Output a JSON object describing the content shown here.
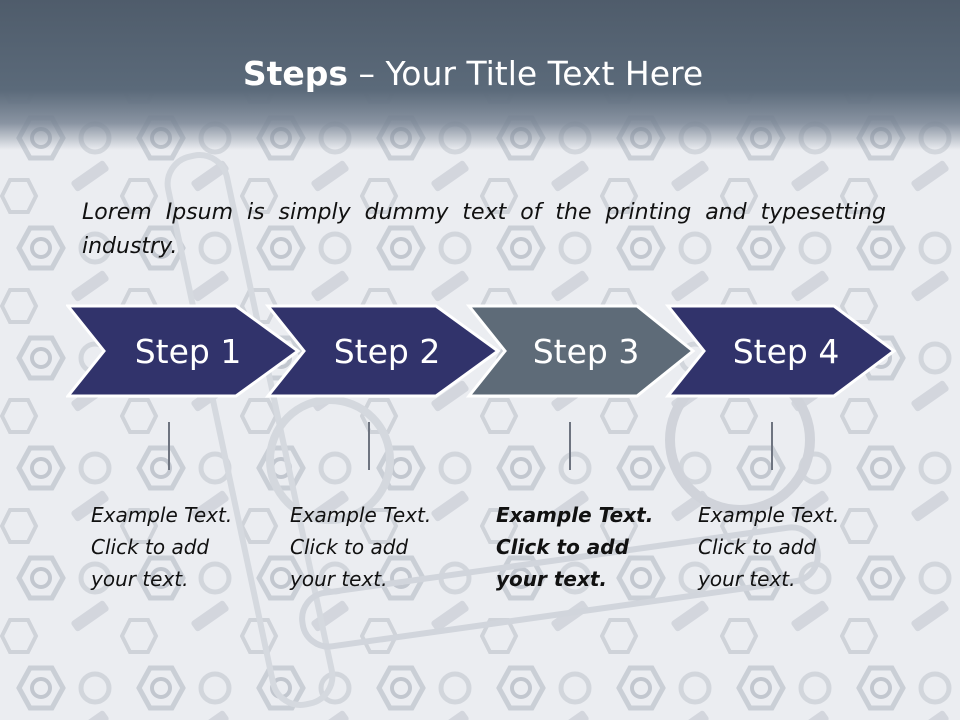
{
  "slide": {
    "title_bold": "Steps",
    "title_rest": " – Your Title Text Here",
    "lead": "Lorem Ipsum is simply dummy text of the printing and typesetting industry."
  },
  "steps": [
    {
      "label": "Step 1",
      "text": [
        "Example Text.",
        "Click  to add",
        "your text."
      ],
      "active": false
    },
    {
      "label": "Step 2",
      "text": [
        "Example Text.",
        "Click  to add",
        "your text."
      ],
      "active": false
    },
    {
      "label": "Step 3",
      "text": [
        "Example Text.",
        "Click  to add",
        "your text."
      ],
      "active": true
    },
    {
      "label": "Step 4",
      "text": [
        "Example Text.",
        "Click  to add",
        "your text."
      ],
      "active": false
    }
  ],
  "colors": {
    "header": "#56636f",
    "chevron": "#31336b",
    "chevron_active": "#5e6b78",
    "chevron_stroke": "#ffffff"
  }
}
